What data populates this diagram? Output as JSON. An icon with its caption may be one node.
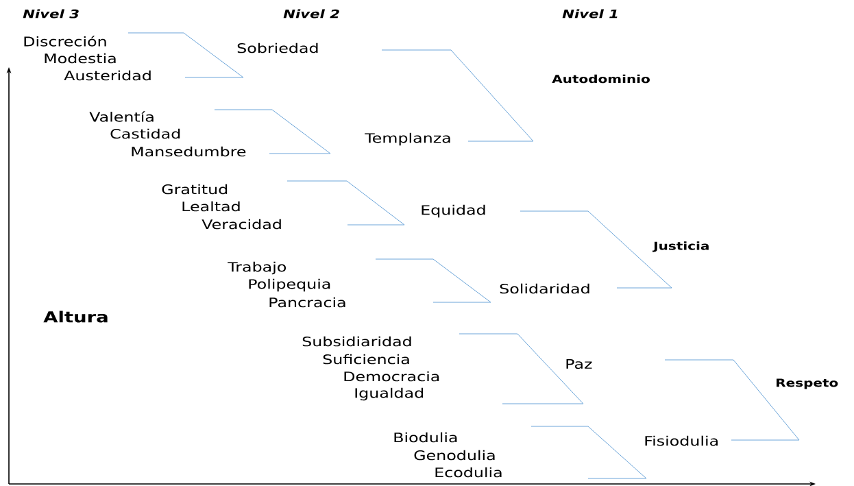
{
  "diagram": {
    "labels": [
      "Nivel 3",
      "Nivel 2",
      "Nivel 1",
      "Discreción",
      "Modestia",
      "Austeridad",
      "Sobriedad",
      "Autodominio",
      "Valentía",
      "Castidad",
      "Mansedumbre",
      "Templanza",
      "Gratitud",
      "Lealtad",
      "Veracidad",
      "Equidad",
      "Justicia",
      "Trabajo",
      "Polipequia",
      "Pancracia",
      "Solidaridad",
      "Altura",
      "Subsidiaridad",
      "Suficiencia",
      "Democracia",
      "Igualdad",
      "Paz",
      "Respeto",
      "Biodulia",
      "Genodulia",
      "Ecodulia",
      "Fisiodulia"
    ]
  }
}
